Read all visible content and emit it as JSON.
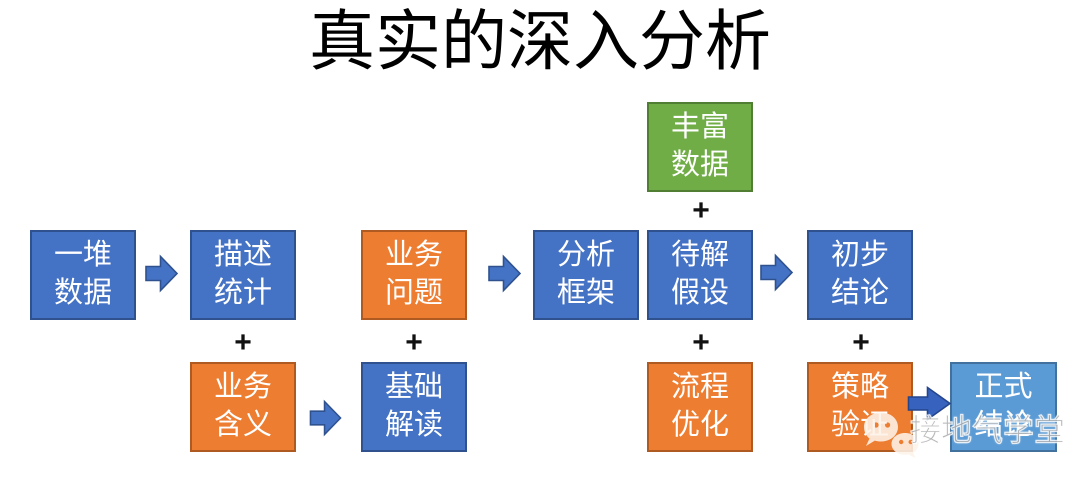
{
  "title": "真实的深入分析",
  "plus_sign": "+",
  "nodes": [
    {
      "id": "pile-of-data",
      "label": "一堆\n数据",
      "type": "blue"
    },
    {
      "id": "descriptive-statistics",
      "label": "描述\n统计",
      "type": "blue"
    },
    {
      "id": "business-problem",
      "label": "业务\n问题",
      "type": "orange"
    },
    {
      "id": "analysis-framework",
      "label": "分析\n框架",
      "type": "blue"
    },
    {
      "id": "pending-hypothesis",
      "label": "待解\n假设",
      "type": "blue"
    },
    {
      "id": "preliminary-conclusion",
      "label": "初步\n结论",
      "type": "blue"
    },
    {
      "id": "rich-data",
      "label": "丰富\n数据",
      "type": "green"
    },
    {
      "id": "business-meaning",
      "label": "业务\n含义",
      "type": "orange"
    },
    {
      "id": "basic-interpretation",
      "label": "基础\n解读",
      "type": "blue"
    },
    {
      "id": "process-optimization",
      "label": "流程\n优化",
      "type": "orange"
    },
    {
      "id": "strategy-validation",
      "label": "策略\n验证",
      "type": "orange"
    },
    {
      "id": "formal-conclusion",
      "label": "正式\n结论",
      "type": "lightblue"
    }
  ],
  "edges": [
    {
      "from": "一堆数据",
      "to": "描述统计",
      "type": "arrow"
    },
    {
      "from": "业务问题",
      "to": "分析框架",
      "type": "arrow"
    },
    {
      "from": "待解假设",
      "to": "初步结论",
      "type": "arrow"
    },
    {
      "from": "业务含义",
      "to": "基础解读",
      "type": "arrow"
    },
    {
      "from": "策略验证",
      "to": "正式结论",
      "type": "arrow"
    },
    {
      "from": "描述统计",
      "to": "业务含义",
      "type": "plus"
    },
    {
      "from": "业务问题",
      "to": "基础解读",
      "type": "plus"
    },
    {
      "from": "丰富数据",
      "to": "待解假设",
      "type": "plus"
    },
    {
      "from": "待解假设",
      "to": "流程优化",
      "type": "plus"
    },
    {
      "from": "初步结论",
      "to": "策略验证",
      "type": "plus"
    }
  ],
  "watermark": {
    "text": "接地气学堂",
    "icon": "wechat-icon"
  },
  "colors": {
    "blue": "#4472C4",
    "blue_border": "#2F528F",
    "orange": "#ED7D31",
    "orange_border": "#AE5A21",
    "green": "#70AD47",
    "green_border": "#507E32",
    "lightblue": "#5B9BD5",
    "lightblue_border": "#41719C",
    "arrow": "#4472C4",
    "arrow_border": "#2F528F",
    "arrow_dark": "#3763BE",
    "arrow_dark_border": "#24458C"
  }
}
